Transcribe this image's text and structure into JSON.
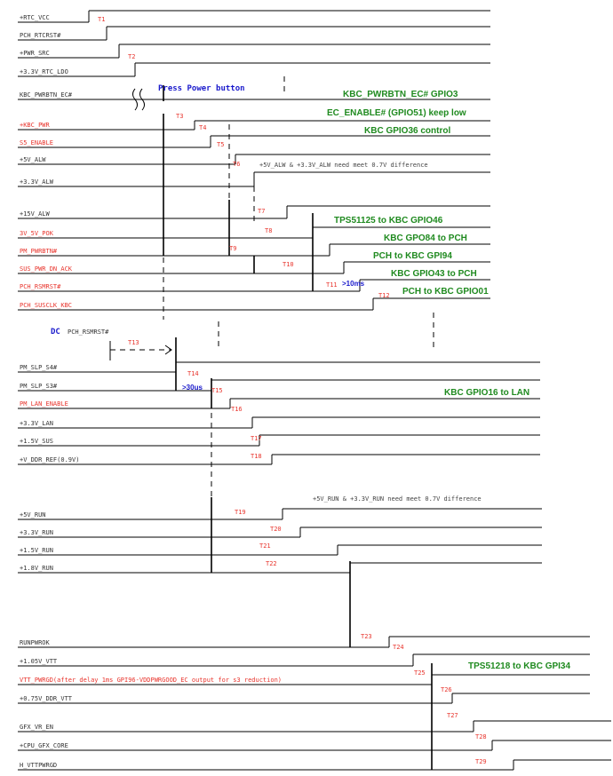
{
  "signals": [
    {
      "id": "rtc_vcc",
      "label": "+RTC_VCC",
      "red": false
    },
    {
      "id": "pch_rtcrst",
      "label": "PCH_RTCRST#",
      "red": false
    },
    {
      "id": "pwr_src",
      "label": "+PWR_SRC",
      "red": false
    },
    {
      "id": "rtc_ldo",
      "label": "+3.3V_RTC_LDO",
      "red": false
    },
    {
      "id": "kbc_pwrbtn",
      "label": "KBC_PWRBTN_EC#",
      "red": false
    },
    {
      "id": "kbc_pwr",
      "label": "+KBC_PWR",
      "red": true
    },
    {
      "id": "s5_enable",
      "label": "S5_ENABLE",
      "red": true
    },
    {
      "id": "v5_alw",
      "label": "+5V_ALW",
      "red": false
    },
    {
      "id": "v33_alw",
      "label": "+3.3V_ALW",
      "red": false
    },
    {
      "id": "v15_alw",
      "label": "+15V_ALW",
      "red": false
    },
    {
      "id": "pok",
      "label": "3V_5V_POK",
      "red": true
    },
    {
      "id": "pm_pwrbtn",
      "label": "PM_PWRBTN#",
      "red": true
    },
    {
      "id": "sus_ack",
      "label": "SUS_PWR_DN_ACK",
      "red": true
    },
    {
      "id": "pch_rsmrst",
      "label": "PCH_RSMRST#",
      "red": true
    },
    {
      "id": "susclk",
      "label": "PCH_SUSCLK_KBC",
      "red": true
    },
    {
      "id": "slp_s4",
      "label": "PM_SLP_S4#",
      "red": false
    },
    {
      "id": "slp_s3",
      "label": "PM_SLP_S3#",
      "red": false
    },
    {
      "id": "lan_en",
      "label": "PM_LAN_ENABLE",
      "red": true
    },
    {
      "id": "v33_lan",
      "label": "+3.3V_LAN",
      "red": false
    },
    {
      "id": "v15_sus",
      "label": "+1.5V_SUS",
      "red": false
    },
    {
      "id": "ddr_ref",
      "label": "+V_DDR_REF(0.9V)",
      "red": false
    },
    {
      "id": "v5_run",
      "label": "+5V_RUN",
      "red": false
    },
    {
      "id": "v33_run",
      "label": "+3.3V_RUN",
      "red": false
    },
    {
      "id": "v15_run",
      "label": "+1.5V_RUN",
      "red": false
    },
    {
      "id": "v18_run",
      "label": "+1.8V_RUN",
      "red": false
    },
    {
      "id": "runpwrok",
      "label": "RUNPWROK",
      "red": false
    },
    {
      "id": "v105_vtt",
      "label": "+1.05V_VTT",
      "red": false
    },
    {
      "id": "vtt_pwrgd",
      "label": "VTT_PWRGD(after delay 1ms GPI96-VDDPWRGOOD_EC output  for s3 reduction)",
      "red": true
    },
    {
      "id": "ddr_vtt",
      "label": "+0.75V_DDR_VTT",
      "red": false
    },
    {
      "id": "gfx_vr_en",
      "label": "GFX_VR_EN",
      "red": false
    },
    {
      "id": "cpu_gfx",
      "label": "+CPU_GFX_CORE",
      "red": false
    },
    {
      "id": "h_vttpwrgd",
      "label": "H_VTTPWRGD",
      "red": false
    }
  ],
  "timings": [
    "T1",
    "T2",
    "T3",
    "T4",
    "T5",
    "T6",
    "T7",
    "T8",
    "T9",
    "T10",
    "T11",
    "T12",
    "T13",
    "T14",
    "T15",
    "T16",
    "T17",
    "T18",
    "T19",
    "T20",
    "T21",
    "T22",
    "T23",
    "T24",
    "T25",
    "T26",
    "T27",
    "T28",
    "T29"
  ],
  "notes": {
    "press_power": "Press Power button",
    "kbc_gpio3": "KBC_PWRBTN_EC# GPIO3",
    "ec_enable": "EC_ENABLE# (GPIO51) keep low",
    "kbc_gpio36": "KBC GPIO36 control",
    "alw_diff": "+5V_ALW & +3.3V_ALW need meet 0.7V difference",
    "tps51125": "TPS51125 to KBC GPIO46",
    "kbc_gpo84": "KBC GPO84 to PCH",
    "pch_gpi94": "PCH to KBC GPI94",
    "kbc_gpio43": "KBC GPIO43 to PCH",
    "gt10ms": ">10ms",
    "pch_gpio01": "PCH to KBC GPIO01",
    "dc": "DC",
    "dc_rsmrst": "PCH_RSMRST#",
    "gt30us": ">30us",
    "kbc_gpio16": "KBC GPIO16 to LAN",
    "run_diff": "+5V_RUN & +3.3V_RUN need meet 0.7V difference",
    "tps51218": "TPS51218 to KBC GPI34"
  }
}
